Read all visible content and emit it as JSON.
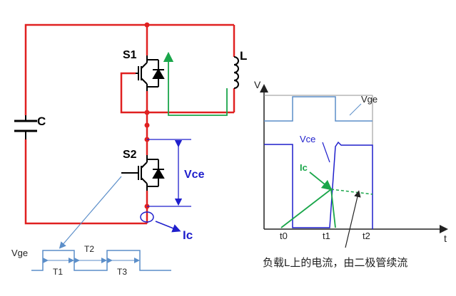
{
  "circuit": {
    "s1_label": "S1",
    "s2_label": "S2",
    "l_label": "L",
    "c_label": "C",
    "vce_label": "Vce",
    "ic_label": "Ic"
  },
  "pulse": {
    "vge_label": "Vge",
    "t1_label": "T1",
    "t2_label": "T2",
    "t3_label": "T3"
  },
  "waveform": {
    "v_axis_label": "V",
    "t_axis_label": "t",
    "vge_label": "Vge",
    "vce_label": "Vce",
    "ic_label": "Ic",
    "tick_t0": "t0",
    "tick_t1": "t1",
    "tick_t2": "t2",
    "caption": "负载L上的电流，由二极管续流"
  },
  "colors": {
    "power_wire": "#e02020",
    "device": "#000000",
    "annotation_blue": "#1f1fcc",
    "current_green": "#1aa64a",
    "vge_blue": "#5b8ec9",
    "gray_line": "#909090"
  }
}
